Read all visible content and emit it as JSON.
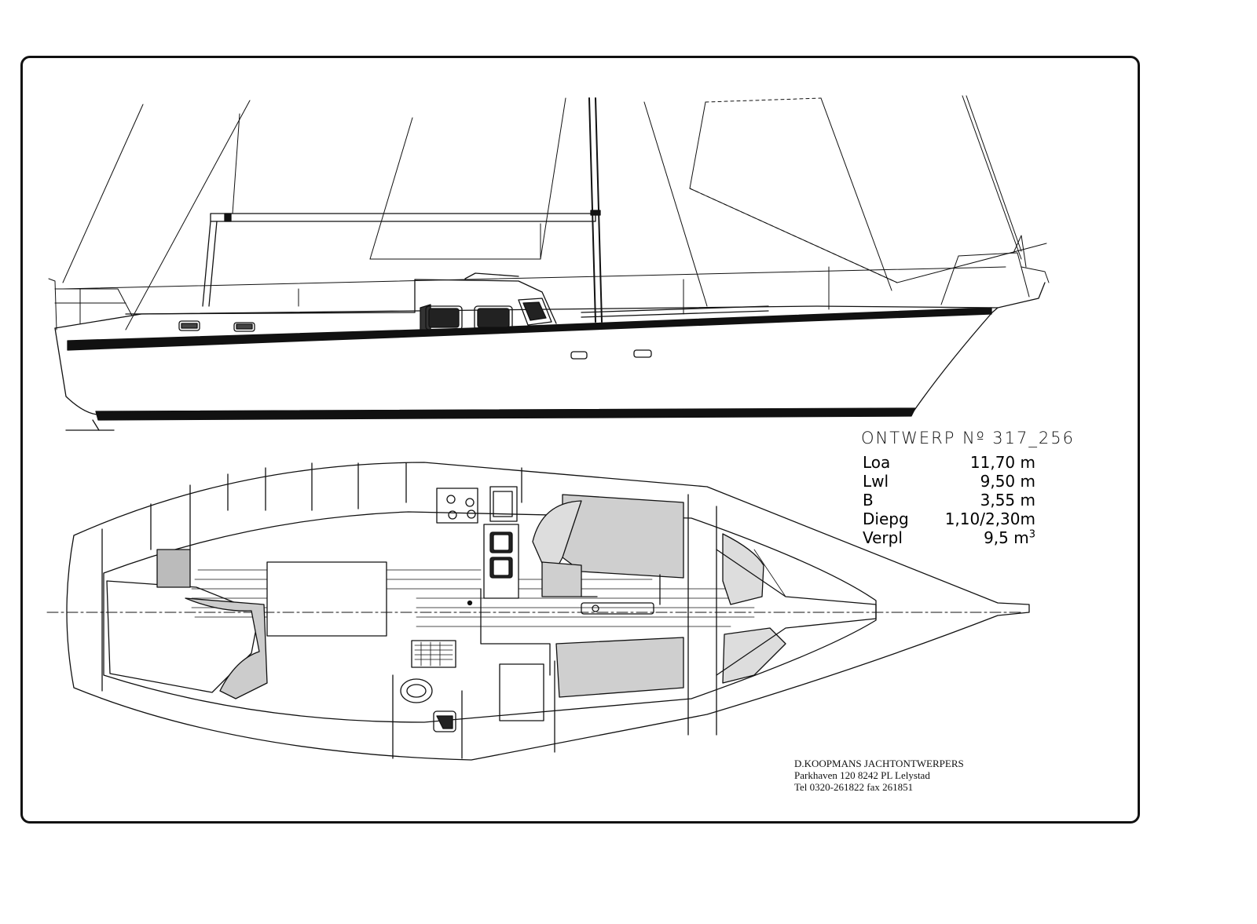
{
  "design": {
    "title": "ONTWERP  Nº 317_256",
    "specs": [
      {
        "label": "Loa",
        "value": "11,70 m"
      },
      {
        "label": "Lwl",
        "value": "9,50 m"
      },
      {
        "label": "B",
        "value": "3,55 m"
      },
      {
        "label": "Diepg",
        "value": "1,10/2,30m"
      },
      {
        "label": "Verpl",
        "value": "9,5 m",
        "unit_sup": "3"
      }
    ]
  },
  "firm": {
    "name": "D.KOOPMANS JACHTONTWERPERS",
    "address": "Parkhaven 120 8242 PL Lelystad",
    "phone": "Tel 0320-261822 fax 261851"
  },
  "colors": {
    "ink": "#111111",
    "paper": "#ffffff"
  }
}
